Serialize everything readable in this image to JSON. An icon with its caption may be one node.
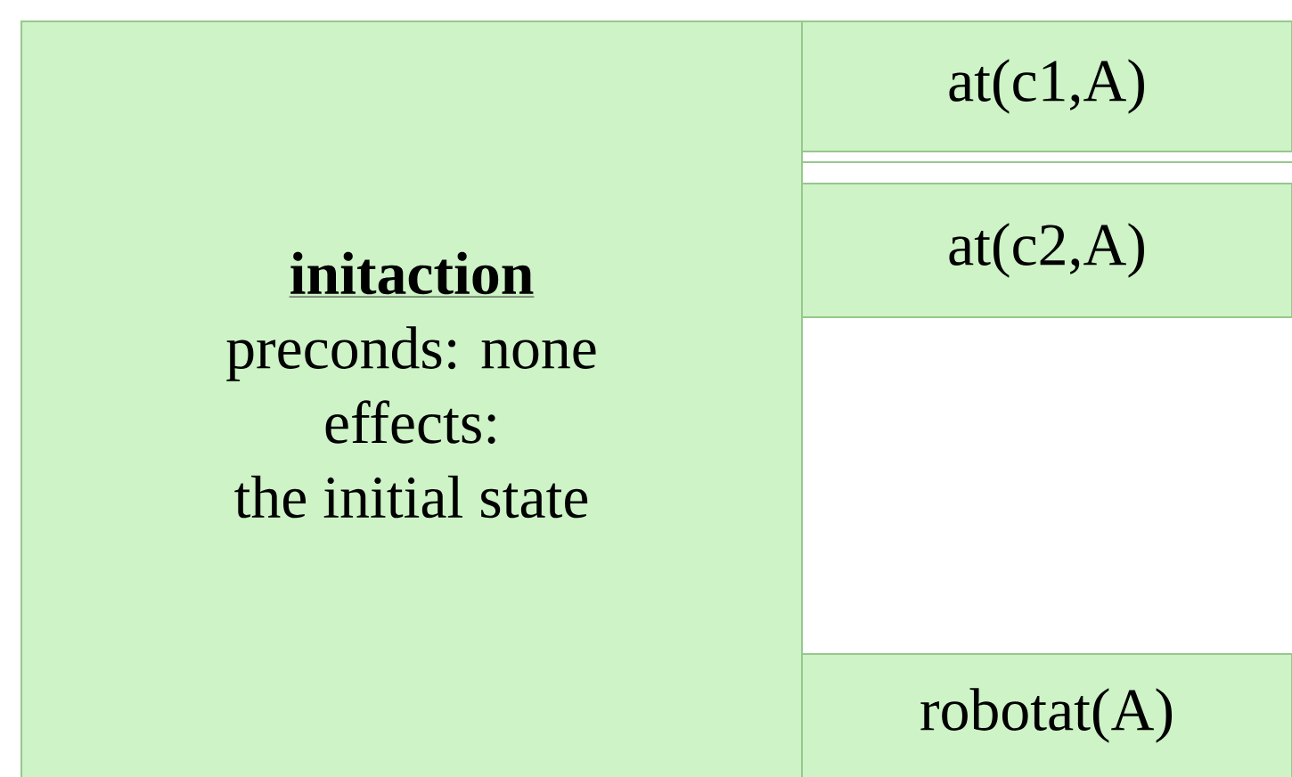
{
  "diagram": {
    "nodes": [
      {
        "text": [
          "initaction",
          "preconds: none",
          "effects:",
          "the initial state"
        ]
      },
      {
        "text": [
          "at(c1,A)"
        ]
      },
      {
        "text": [
          "at(c2,A)"
        ]
      },
      {
        "text": [
          "robotat(A)"
        ]
      }
    ]
  }
}
